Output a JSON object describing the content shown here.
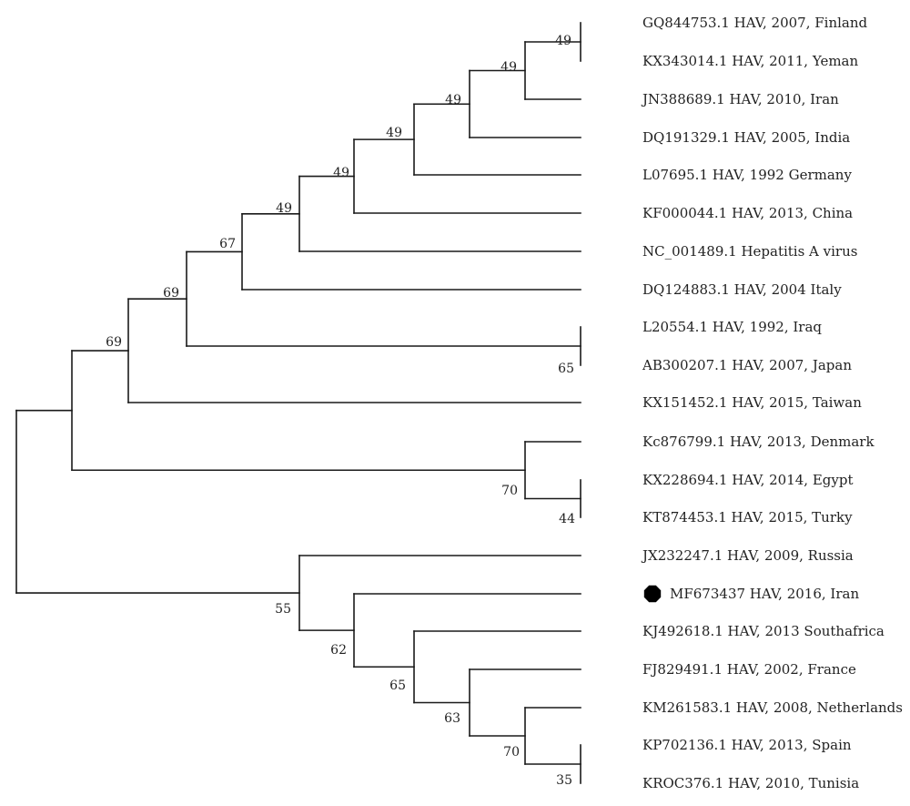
{
  "tree": {
    "taxa": [
      "GQ844753.1 HAV, 2007, Finland",
      "KX343014.1 HAV, 2011, Yeman",
      "JN388689.1 HAV, 2010, Iran",
      "DQ191329.1 HAV, 2005, India",
      "L07695.1 HAV, 1992 Germany",
      "KF000044.1 HAV, 2013, China",
      "NC_001489.1 Hepatitis A virus",
      "DQ124883.1 HAV, 2004 Italy",
      "L20554.1 HAV, 1992, Iraq",
      "AB300207.1 HAV, 2007, Japan",
      "KX151452.1 HAV, 2015, Taiwan",
      "Kc876799.1 HAV, 2013, Denmark",
      "KX228694.1 HAV, 2014, Egypt",
      "KT874453.1 HAV, 2015, Turky",
      "JX232247.1 HAV, 2009, Russia",
      "MF673437 HAV, 2016, Iran",
      "KJ492618.1 HAV, 2013 Southafrica",
      "FJ829491.1 HAV, 2002, France",
      "KM261583.1 HAV, 2008, Netherlands",
      "KP702136.1 HAV, 2013, Spain",
      "KROC376.1 HAV, 2010, Tunisia"
    ],
    "highlighted_taxon": "MF673437 HAV, 2016, Iran",
    "marker_icon": "filled-octagon",
    "support_values": [
      "49",
      "49",
      "49",
      "49",
      "49",
      "49",
      "67",
      "69",
      "69",
      "65",
      "70",
      "44",
      "55",
      "62",
      "65",
      "63",
      "70",
      "35"
    ]
  }
}
